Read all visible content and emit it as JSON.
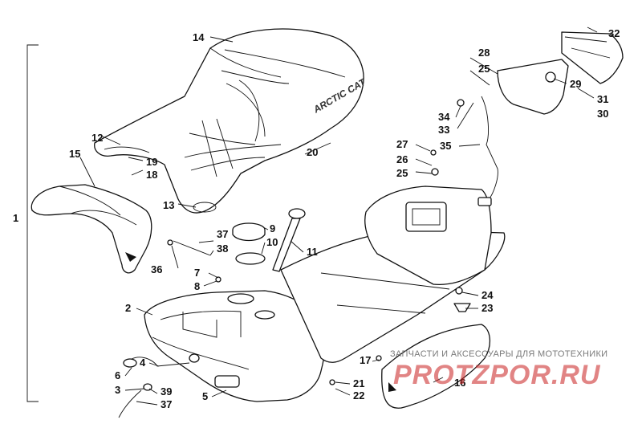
{
  "watermark": {
    "caption": "ЗАПЧАСТИ И АКСЕССУАРЫ ДЛЯ МОТОТЕХНИКИ",
    "logo": "PROTZPOR.RU"
  },
  "seat_brand": "ARCTIC CAT",
  "callouts": [
    {
      "id": "c1",
      "text": "1"
    },
    {
      "id": "c2",
      "text": "2"
    },
    {
      "id": "c3",
      "text": "3"
    },
    {
      "id": "c4",
      "text": "4"
    },
    {
      "id": "c5",
      "text": "5"
    },
    {
      "id": "c6",
      "text": "6"
    },
    {
      "id": "c7",
      "text": "7"
    },
    {
      "id": "c8",
      "text": "8"
    },
    {
      "id": "c9",
      "text": "9"
    },
    {
      "id": "c10",
      "text": "10"
    },
    {
      "id": "c11",
      "text": "11"
    },
    {
      "id": "c12",
      "text": "12"
    },
    {
      "id": "c13",
      "text": "13"
    },
    {
      "id": "c14",
      "text": "14"
    },
    {
      "id": "c15",
      "text": "15"
    },
    {
      "id": "c16",
      "text": "16"
    },
    {
      "id": "c17",
      "text": "17"
    },
    {
      "id": "c18",
      "text": "18"
    },
    {
      "id": "c19",
      "text": "19"
    },
    {
      "id": "c20",
      "text": "20"
    },
    {
      "id": "c21",
      "text": "21"
    },
    {
      "id": "c22",
      "text": "22"
    },
    {
      "id": "c23",
      "text": "23"
    },
    {
      "id": "c24",
      "text": "24"
    },
    {
      "id": "c25a",
      "text": "25"
    },
    {
      "id": "c25b",
      "text": "25"
    },
    {
      "id": "c26",
      "text": "26"
    },
    {
      "id": "c27",
      "text": "27"
    },
    {
      "id": "c28",
      "text": "28"
    },
    {
      "id": "c29",
      "text": "29"
    },
    {
      "id": "c30",
      "text": "30"
    },
    {
      "id": "c31",
      "text": "31"
    },
    {
      "id": "c32",
      "text": "32"
    },
    {
      "id": "c33",
      "text": "33"
    },
    {
      "id": "c34",
      "text": "34"
    },
    {
      "id": "c35",
      "text": "35"
    },
    {
      "id": "c36",
      "text": "36"
    },
    {
      "id": "c37a",
      "text": "37"
    },
    {
      "id": "c37b",
      "text": "37"
    },
    {
      "id": "c38",
      "text": "38"
    },
    {
      "id": "c39",
      "text": "39"
    }
  ]
}
